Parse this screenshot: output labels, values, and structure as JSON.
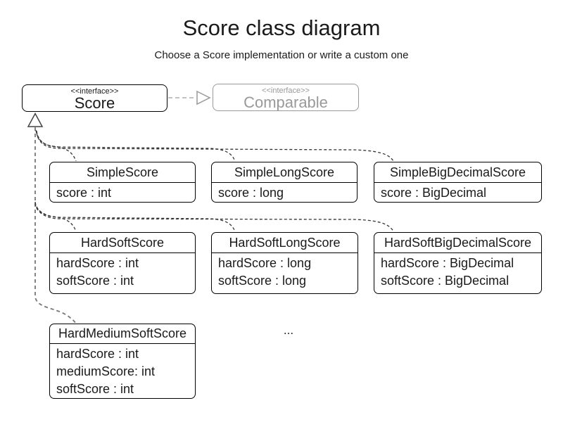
{
  "header": {
    "title": "Score class diagram",
    "subtitle": "Choose a Score implementation or write a custom one"
  },
  "interfaces": {
    "score": {
      "stereotype": "<<interface>>",
      "name": "Score"
    },
    "comparable": {
      "stereotype": "<<interface>>",
      "name": "Comparable"
    }
  },
  "classes": [
    {
      "name": "SimpleScore",
      "fields": [
        "score : int"
      ]
    },
    {
      "name": "SimpleLongScore",
      "fields": [
        "score : long"
      ]
    },
    {
      "name": "SimpleBigDecimalScore",
      "fields": [
        "score : BigDecimal"
      ]
    },
    {
      "name": "HardSoftScore",
      "fields": [
        "hardScore : int",
        "softScore : int"
      ]
    },
    {
      "name": "HardSoftLongScore",
      "fields": [
        "hardScore : long",
        "softScore : long"
      ]
    },
    {
      "name": "HardSoftBigDecimalScore",
      "fields": [
        "hardScore : BigDecimal",
        "softScore : BigDecimal"
      ]
    },
    {
      "name": "HardMediumSoftScore",
      "fields": [
        "hardScore : int",
        "mediumScore: int",
        "softScore : int"
      ]
    }
  ],
  "ellipsis": "...",
  "icons": {
    "realization_arrowhead": "hollow-triangle-right",
    "inheritance_arrowhead": "hollow-triangle-up"
  },
  "colors": {
    "line": "#333333",
    "muted": "#999999",
    "trunk": "#777777",
    "arrow_dash": "#bbbbbb",
    "text": "#1a1a1a",
    "background": "#ffffff"
  }
}
